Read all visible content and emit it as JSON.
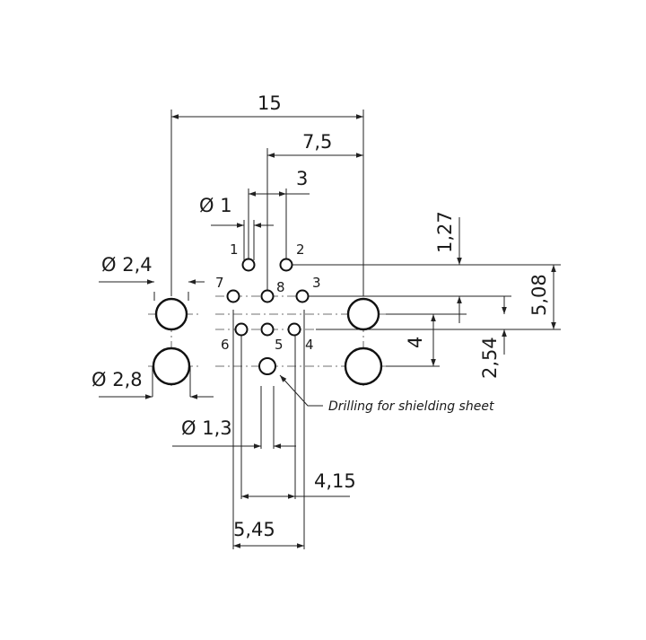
{
  "dimensions": {
    "total_width": "15",
    "half_width": "7,5",
    "pin_pitch": "3",
    "dia_small": "Ø 1",
    "row_offset": "1,27",
    "row_span": "5,08",
    "dia_mount_top": "Ø 2,4",
    "dia_mount_bottom": "Ø 2,8",
    "mount_pitch": "4",
    "lower_offset": "2,54",
    "dia_shield": "Ø 1,3",
    "inner_span": "4,15",
    "outer_span": "5,45"
  },
  "pins": {
    "p1": "1",
    "p2": "2",
    "p3": "3",
    "p4": "4",
    "p5": "5",
    "p6": "6",
    "p7": "7",
    "p8": "8"
  },
  "note": "Drilling for shielding sheet"
}
